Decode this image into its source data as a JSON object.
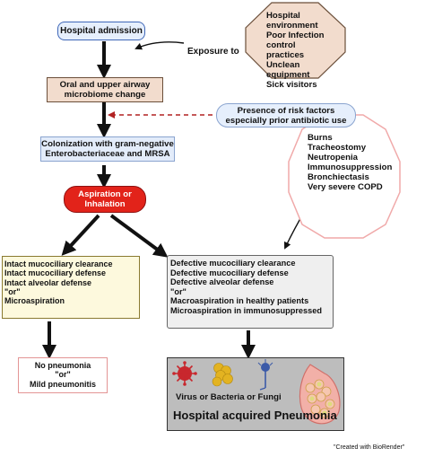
{
  "nodes": {
    "admission": "Hospital admission",
    "oral": "Oral and upper airway\nmicrobiome change",
    "colonization": "Colonization with gram-negative\nEnterobacteriaceae and MRSA",
    "aspiration": "Aspiration or\nInhalation",
    "intact": "Intact mucociliary clearance\nIntact mucociliary defense\nIntact alveolar defense\n\"or\"\nMicroaspiration",
    "no_pneumonia": "No pneumonia\n\"or\"\nMild pneumonitis",
    "defective": "Defective mucociliary clearance\nDefective mucociliary defense\nDefective alveolar defense\n\"or\"\nMacroaspiration in healthy patients\nMicroaspiration in immunosuppressed",
    "pathogens": "Virus or Bacteria or Fungi",
    "hap": "Hospital acquired Pneumonia"
  },
  "side": {
    "exposure": "Exposure to",
    "environment": "Hospital environment\nPoor Infection control\npractices\nUnclean equipment\nSick visitors",
    "risk": "Presence of risk factors\nespecially prior antibiotic use",
    "conditions": "Burns\nTracheostomy\nNeutropenia\nImmunosuppression\nBronchiectasis\nVery severe COPD"
  },
  "credit": "\"Created with BioRender\"",
  "colors": {
    "admission_border": "#3f67b8",
    "oral_fill": "#f2dccd",
    "blue_fill": "#dfe9f9",
    "aspiration_fill": "#e2231a",
    "intact_fill": "#fdf9dd",
    "defective_fill": "#efefef",
    "bottom_fill": "#bdbdbd",
    "hexagon_fill": "#f2dccd",
    "octagon_border": "#f0a9a9",
    "risk_arrow": "#b22222"
  }
}
